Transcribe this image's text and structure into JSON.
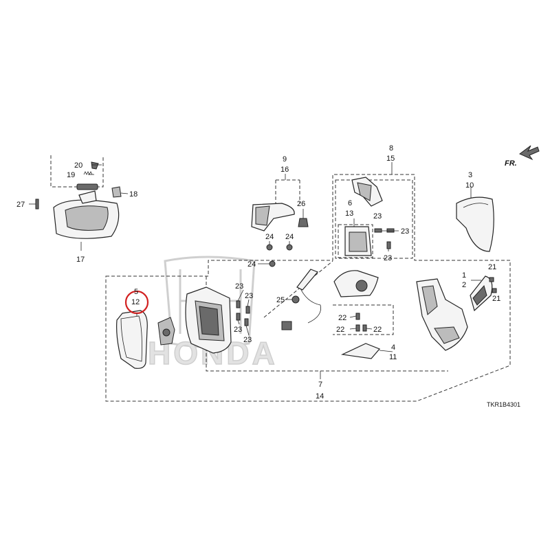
{
  "diagram": {
    "drawing_code": "TKR1B4301",
    "front_arrow_label": "FR.",
    "watermark_brand": "HONDA",
    "highlight_color": "#d22020",
    "callouts": {
      "c20": "20",
      "c19": "19",
      "c18": "18",
      "c27": "27",
      "c17": "17",
      "c9": "9",
      "c16": "16",
      "c26": "26",
      "c24a": "24",
      "c24b": "24",
      "c24c": "24",
      "c8": "8",
      "c15": "15",
      "c6": "6",
      "c13": "13",
      "c23a": "23",
      "c23b": "23",
      "c23c": "23",
      "c3": "3",
      "c10": "10",
      "c1": "1",
      "c2": "2",
      "c21a": "21",
      "c21b": "21",
      "c5": "5",
      "c12": "12",
      "c23d": "23",
      "c23e": "23",
      "c23f": "23",
      "c23g": "23",
      "c25": "25",
      "c22a": "22",
      "c22b": "22",
      "c22c": "22",
      "c4": "4",
      "c11": "11",
      "c7": "7",
      "c14": "14"
    }
  }
}
